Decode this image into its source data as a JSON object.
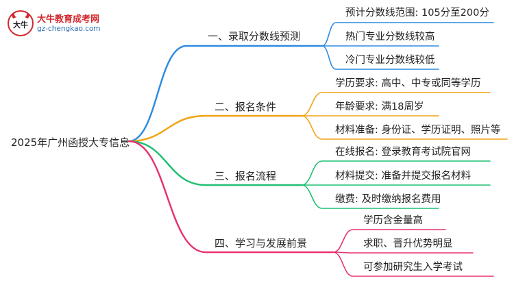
{
  "logo": {
    "title": "大牛教育成考网",
    "url": "gz-chengkao.com",
    "mark_text": "大牛"
  },
  "root": {
    "label": "2025年广州函授大专信息"
  },
  "branches": [
    {
      "label": "一、录取分数线预测",
      "color": "#2f8be0",
      "children": [
        "预计分数线范围: 105分至200分",
        "热门专业分数线较高",
        "冷门专业分数线较低"
      ]
    },
    {
      "label": "二、报名条件",
      "color": "#f0a416",
      "children": [
        "学历要求: 高中、中专或同等学历",
        "年龄要求: 满18周岁",
        "材料准备: 身份证、学历证明、照片等"
      ]
    },
    {
      "label": "三、报名流程",
      "color": "#1fbf73",
      "children": [
        "在线报名: 登录教育考试院官网",
        "材料提交: 准备并提交报名材料",
        "缴费: 及时缴纳报名费用"
      ]
    },
    {
      "label": "四、学习与发展前景",
      "color": "#e8336e",
      "children": [
        "学历含金量高",
        "求职、晋升优势明显",
        "可参加研究生入学考试"
      ]
    }
  ]
}
